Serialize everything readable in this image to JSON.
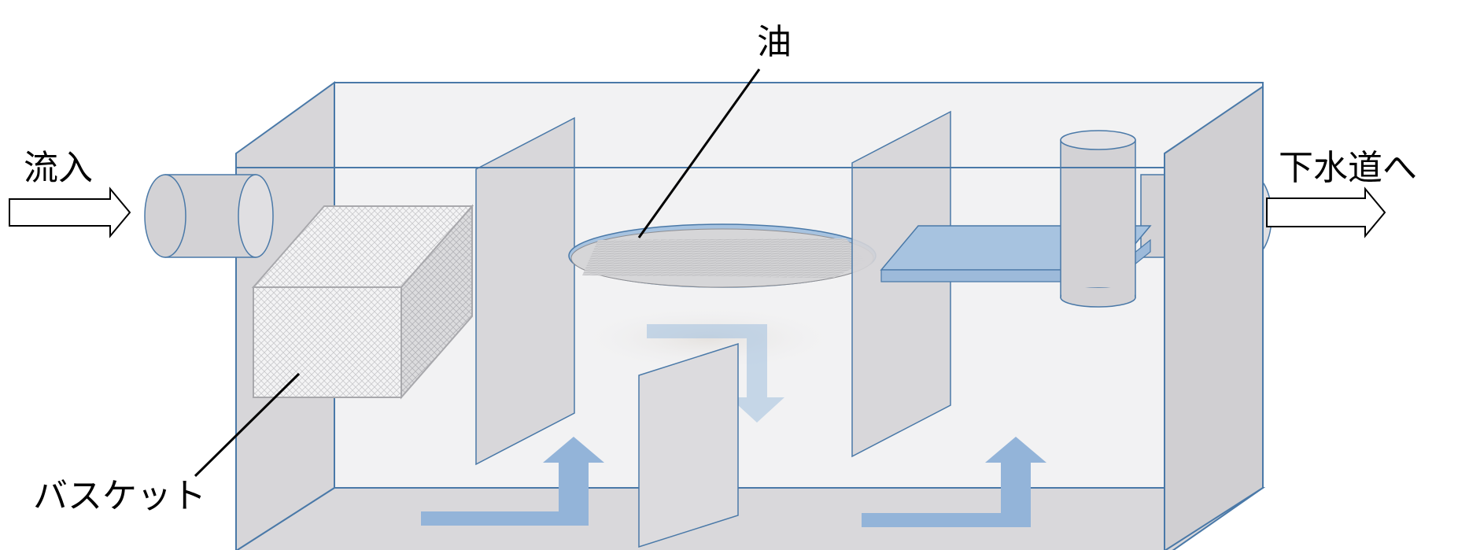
{
  "labels": {
    "inflow": "流入",
    "outflow": "下水道へ",
    "oil": "油",
    "basket": "バスケット"
  },
  "colors": {
    "tank_outline": "#4a79a8",
    "panel_fill": "#d7d6d9",
    "tank_fill": "#efeff1",
    "water_blue": "#a7c3e0",
    "flow_arrow": "#93b4d9",
    "oil_fill": "#cfcfd1",
    "black": "#000000"
  },
  "icons": {
    "inflow_arrow": "right-arrow-outline-icon",
    "outflow_arrow": "right-arrow-outline-icon",
    "flow_arrows": "elbow-arrow-icon"
  }
}
